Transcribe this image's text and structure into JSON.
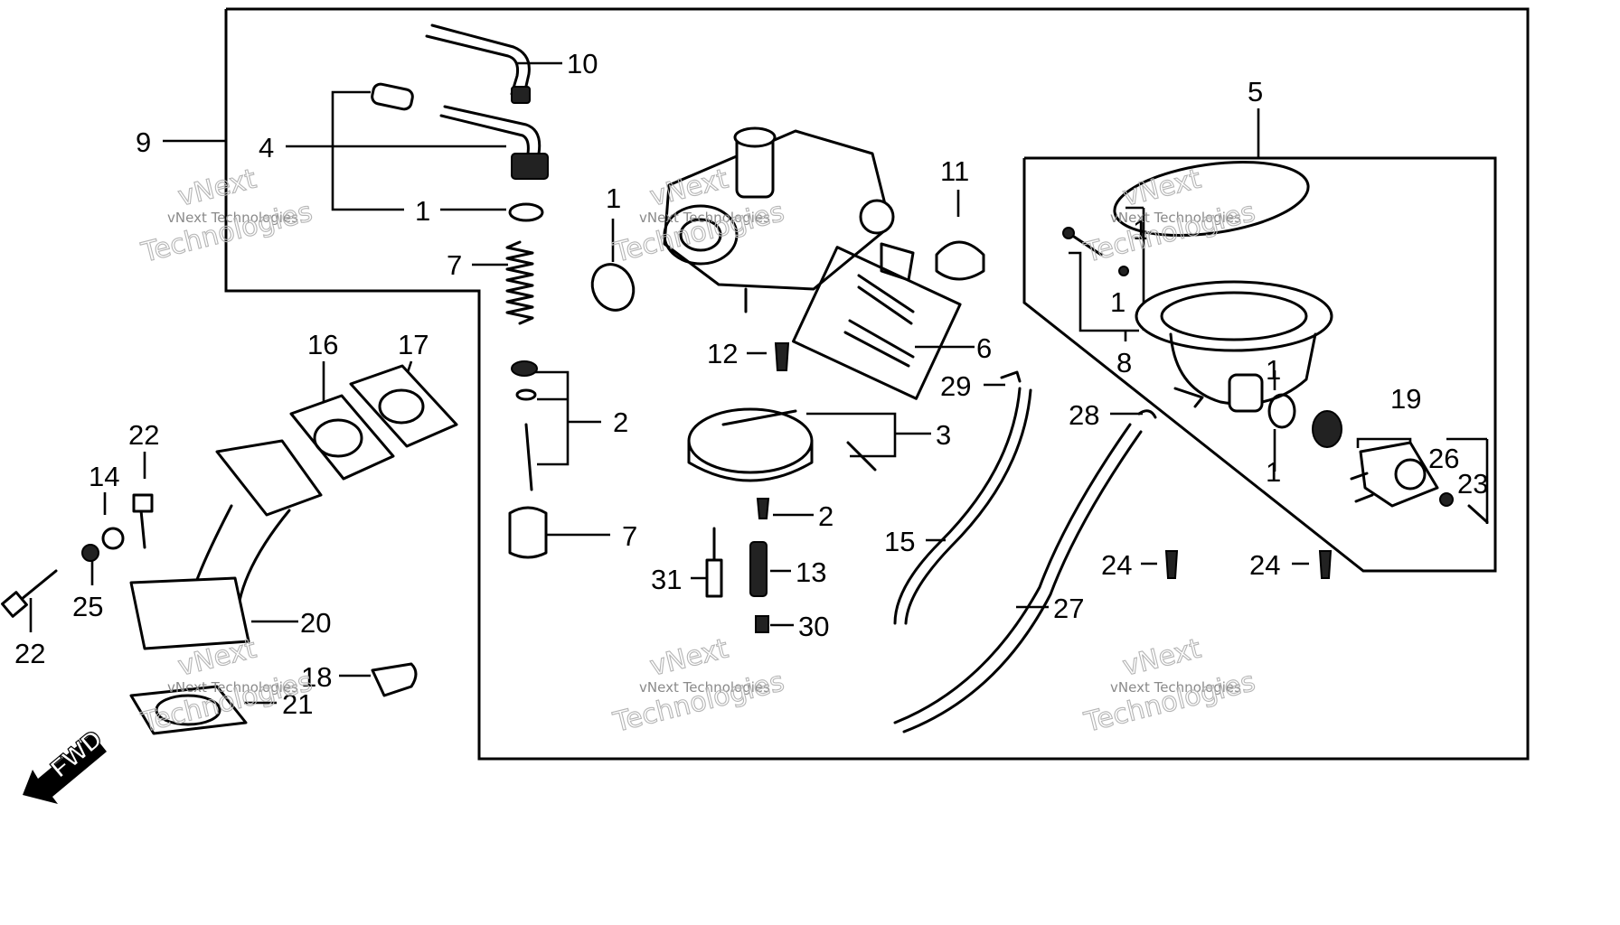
{
  "diagram": {
    "labels": [
      {
        "id": "l10",
        "text": "10"
      },
      {
        "id": "l9",
        "text": "9"
      },
      {
        "id": "l4",
        "text": "4"
      },
      {
        "id": "l1a",
        "text": "1"
      },
      {
        "id": "l7a",
        "text": "7"
      },
      {
        "id": "l2a",
        "text": "2"
      },
      {
        "id": "l7b",
        "text": "7"
      },
      {
        "id": "l1b",
        "text": "1"
      },
      {
        "id": "l11",
        "text": "11"
      },
      {
        "id": "l12",
        "text": "12"
      },
      {
        "id": "l6",
        "text": "6"
      },
      {
        "id": "l29",
        "text": "29"
      },
      {
        "id": "l3",
        "text": "3"
      },
      {
        "id": "l2b",
        "text": "2"
      },
      {
        "id": "l13",
        "text": "13"
      },
      {
        "id": "l31",
        "text": "31"
      },
      {
        "id": "l30",
        "text": "30"
      },
      {
        "id": "l15",
        "text": "15"
      },
      {
        "id": "l27",
        "text": "27"
      },
      {
        "id": "l28",
        "text": "28"
      },
      {
        "id": "l5",
        "text": "5"
      },
      {
        "id": "l1c",
        "text": "1"
      },
      {
        "id": "l1d",
        "text": "1"
      },
      {
        "id": "l8",
        "text": "8"
      },
      {
        "id": "l1e",
        "text": "1"
      },
      {
        "id": "l1f",
        "text": "1"
      },
      {
        "id": "l19",
        "text": "19"
      },
      {
        "id": "l26",
        "text": "26"
      },
      {
        "id": "l23",
        "text": "23"
      },
      {
        "id": "l24a",
        "text": "24"
      },
      {
        "id": "l24b",
        "text": "24"
      },
      {
        "id": "l16",
        "text": "16"
      },
      {
        "id": "l17",
        "text": "17"
      },
      {
        "id": "l22a",
        "text": "22"
      },
      {
        "id": "l14",
        "text": "14"
      },
      {
        "id": "l25",
        "text": "25"
      },
      {
        "id": "l22b",
        "text": "22"
      },
      {
        "id": "l20",
        "text": "20"
      },
      {
        "id": "l18",
        "text": "18"
      },
      {
        "id": "l21",
        "text": "21"
      }
    ],
    "watermark": {
      "company": "vNext Technologies",
      "line1": "vNext",
      "line2": "Technologies"
    },
    "direction_marker": "FWD"
  }
}
